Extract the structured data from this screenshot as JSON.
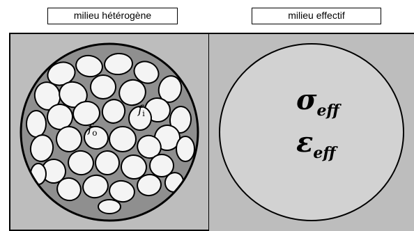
{
  "labels": {
    "heterogeneous_medium": "milieu hétérogène",
    "effective_medium": "milieu effectif"
  },
  "symbols": {
    "host_fraction": "f",
    "host_subscript": "o",
    "inclusion_fraction": "f",
    "inclusion_subscript": "i",
    "sigma": "σ",
    "epsilon": "ε",
    "eff_subscript": "eff"
  },
  "colors": {
    "panel_background": "#bdbdbd",
    "host_medium": "#8f8f8f",
    "inclusion_fill": "#f4f4f4",
    "effective_disk": "#d2d2d2",
    "outline": "#000000"
  }
}
